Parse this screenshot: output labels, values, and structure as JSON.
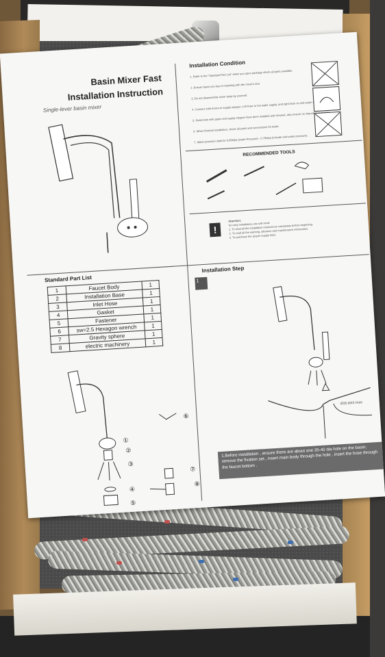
{
  "manual": {
    "title": "Basin Mixer Fast",
    "subtitle": "Installation Instruction",
    "tagline": "Single-lever basin mixer",
    "installation_condition": {
      "heading": "Installation Condition",
      "steps": [
        "1. Refer to the \"Standard Part List\" when you open package check all parts available.",
        "2. Ensure basin you buy is matching with the mixer's size.",
        "3. Do not disassemble mixer body by yourself.",
        "4. Connect inlet hoses to supply stopper. Left hose to hot water supply, and right hose to cold water supply.",
        "5. Determine inlet pipes and supply stopper have been installed and cleaned, also ensure no impurities in pipeline.",
        "6. When finished installation, check all joints and connections for leaks.",
        "7. Water pressure shall be 0.05Mpa (water Pressure) - 0.75Mpa (include cold water pressure)."
      ]
    },
    "recommended_tools": {
      "heading": "RECOMMENDED TOOLS"
    },
    "attention": {
      "label": "Attention:",
      "lines": [
        "for easy installation, you will need:",
        "1. To read all the installation instructions completely before beginning.",
        "2. To read all the warning, attention and maintenance information.",
        "3. To purchase the proper supply lines."
      ]
    },
    "part_list": {
      "heading": "Standard Part List",
      "rows": [
        {
          "no": "1",
          "name": "Faucet Body",
          "qty": "1"
        },
        {
          "no": "2",
          "name": "Installation Base",
          "qty": "1"
        },
        {
          "no": "3",
          "name": "Inlet Hose",
          "qty": "1"
        },
        {
          "no": "4",
          "name": "Gasket",
          "qty": "1"
        },
        {
          "no": "5",
          "name": "Fastener",
          "qty": "1"
        },
        {
          "no": "6",
          "name": "sw=2.5 Hexagon wrench",
          "qty": "1"
        },
        {
          "no": "7",
          "name": "Gravity sphere",
          "qty": "1"
        },
        {
          "no": "8",
          "name": "electric machinery",
          "qty": "1"
        }
      ]
    },
    "callouts": [
      "①",
      "②",
      "③",
      "④",
      "⑤",
      "⑥",
      "⑦",
      "⑧"
    ],
    "installation_step": {
      "heading": "Installation Step",
      "step_number": "1",
      "hole_label": "Ø35-Ø40 Hole",
      "note": "1.Before installation , ensure there are about one 35-40 dia hole on the basin; remove the fixation set , insert main body through the hole , insert the hose through the faucet bottom ."
    }
  },
  "colors": {
    "cardboard": "#b08a58",
    "paper": "#f7f7f5",
    "foam": "#4a4a4a",
    "hose_red_mark": "#c0504d",
    "hose_blue_mark": "#3e6fb0"
  }
}
